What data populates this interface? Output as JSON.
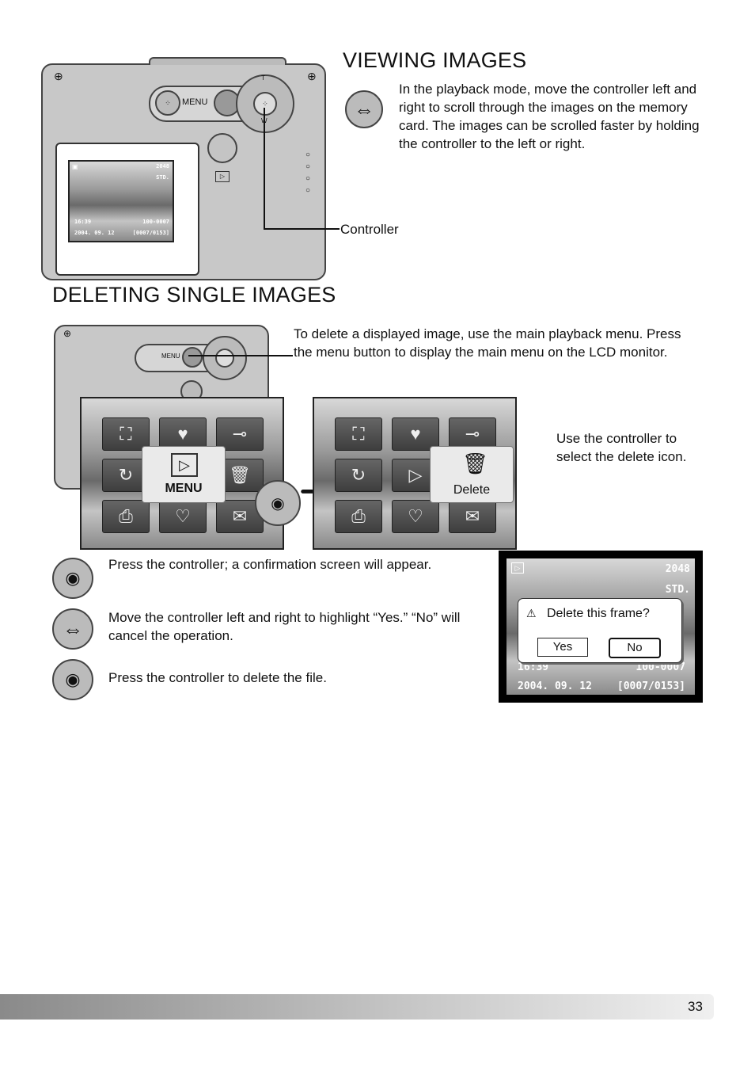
{
  "viewing": {
    "title": "VIEWING IMAGES",
    "text": "In the playback mode, move the controller left and right to scroll through the images on the memory card. The images can be scrolled faster by holding the controller to the left or right.",
    "controller_label": "Controller"
  },
  "deleting": {
    "title": "DELETING SINGLE IMAGES",
    "intro": "To delete a displayed image, use the main playback menu. Press the menu button to display the main menu on the LCD monitor.",
    "select_text": "Use the controller to select the delete icon.",
    "menu_label": "MENU",
    "delete_label": "Delete",
    "steps": [
      {
        "text": "Press the controller; a confirmation screen will appear."
      },
      {
        "text": "Move the controller left and right to highlight “Yes.” “No” will cancel the operation."
      },
      {
        "text": "Press the controller to delete the file."
      }
    ]
  },
  "lcd_small": {
    "size": "2048",
    "quality": "STD.",
    "time": "16:39",
    "file": "100-0007",
    "date": "2004. 09. 12",
    "frame": "[0007/0153]"
  },
  "confirm": {
    "question": "Delete this frame?",
    "yes": "Yes",
    "no": "No",
    "size": "2048",
    "quality": "STD.",
    "time": "16:39",
    "file": "100-0007",
    "date": "2004. 09. 12",
    "frame": "[0007/0153]"
  },
  "camera": {
    "menu_button_label": "MENU",
    "tele_label": "T",
    "wide_label": "W"
  },
  "footer": {
    "page_number": "33"
  }
}
